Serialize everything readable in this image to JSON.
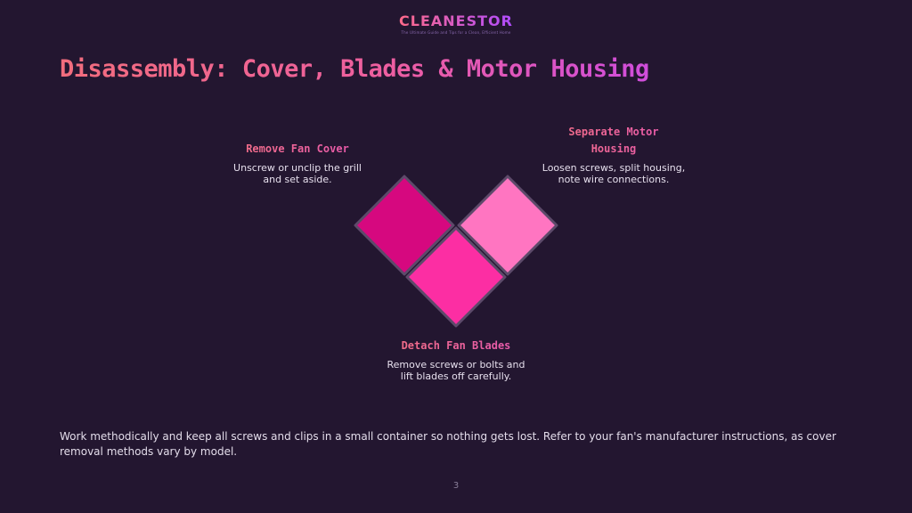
{
  "brand": {
    "name": "CLEANESTOR",
    "tagline": "The Ultimate Guide and Tips for a Clean, Efficient Home"
  },
  "title": "Disassembly: Cover, Blades & Motor Housing",
  "steps": [
    {
      "heading": "Remove Fan Cover",
      "description_lines": [
        "Unscrew or unclip the grill",
        "and set aside."
      ],
      "color": "#d6087f"
    },
    {
      "heading_lines": [
        "Separate Motor",
        "Housing"
      ],
      "description_lines": [
        "Loosen screws, split housing,",
        "note wire connections."
      ],
      "color": "#ff75c1"
    },
    {
      "heading": "Detach Fan Blades",
      "description_lines": [
        "Remove screws or bolts and",
        "lift blades off carefully."
      ],
      "color": "#fc2ea3"
    }
  ],
  "note": "Work methodically and keep all screws and clips in a small container so nothing gets lost. Refer to your fan's manufacturer instructions, as cover removal methods vary by model.",
  "page_number": "3",
  "colors": {
    "background": "#231630",
    "diamond_border": "#5d4a6a"
  }
}
